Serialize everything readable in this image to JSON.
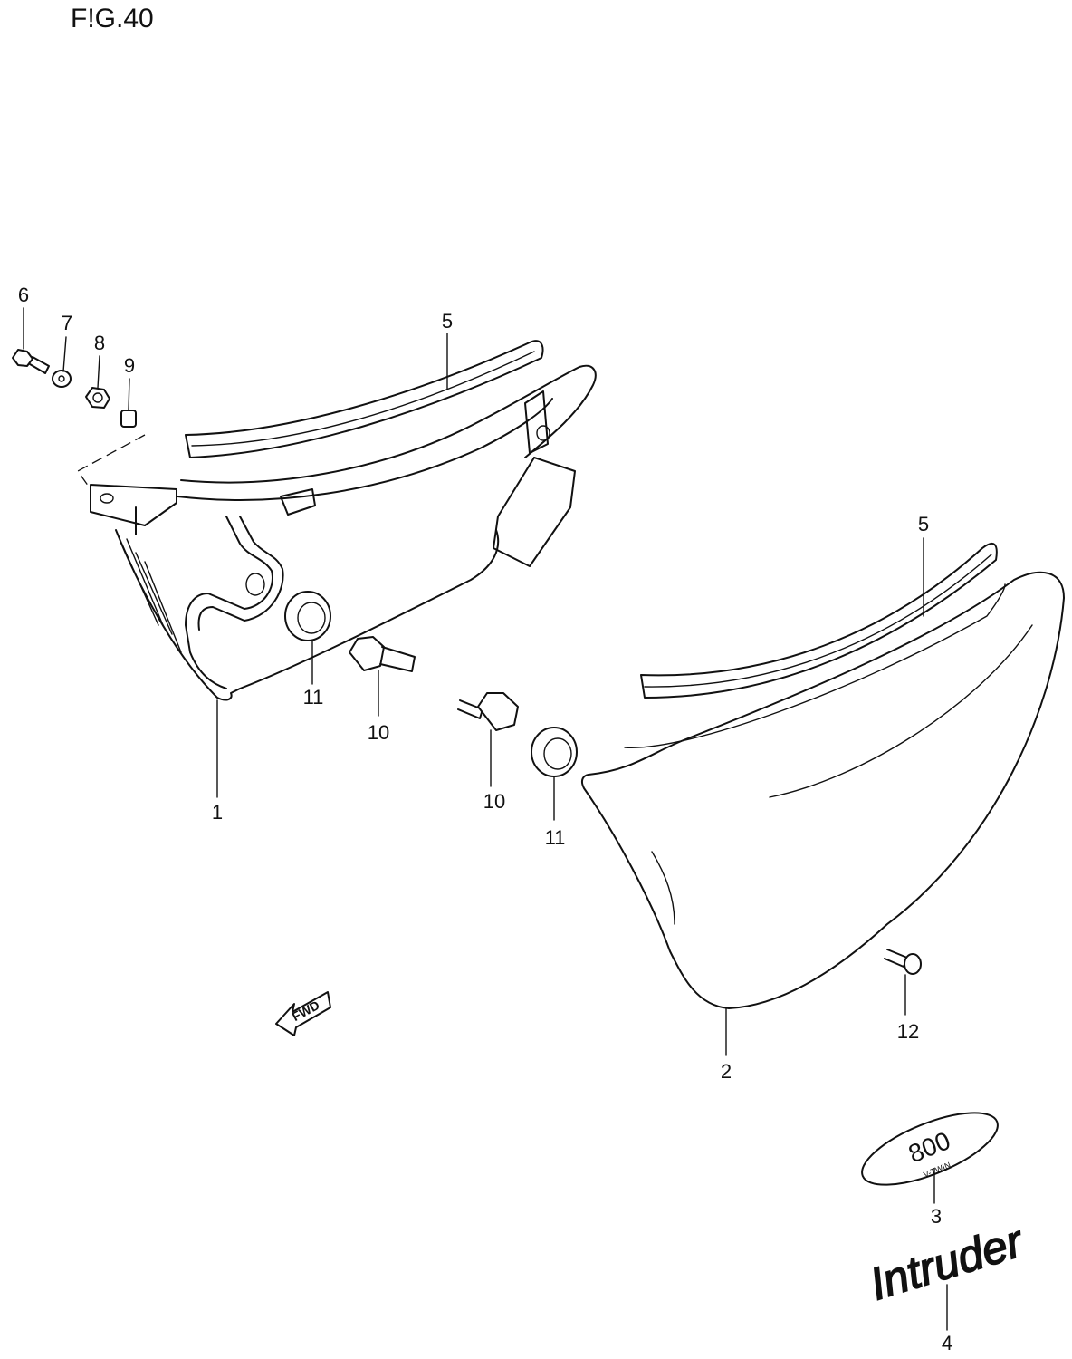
{
  "figure": {
    "title": "F!G.40"
  },
  "direction_arrow": {
    "text": "FWD"
  },
  "emblem_800": {
    "text": "800",
    "subtext": "V-TWIN"
  },
  "emblem_intruder": {
    "text": "Intruder"
  },
  "callouts": [
    {
      "id": "c1",
      "label": "1"
    },
    {
      "id": "c2",
      "label": "2"
    },
    {
      "id": "c3",
      "label": "3"
    },
    {
      "id": "c4",
      "label": "4"
    },
    {
      "id": "c5a",
      "label": "5"
    },
    {
      "id": "c5b",
      "label": "5"
    },
    {
      "id": "c6",
      "label": "6"
    },
    {
      "id": "c7",
      "label": "7"
    },
    {
      "id": "c8",
      "label": "8"
    },
    {
      "id": "c9",
      "label": "9"
    },
    {
      "id": "c10a",
      "label": "10"
    },
    {
      "id": "c10b",
      "label": "10"
    },
    {
      "id": "c11a",
      "label": "11"
    },
    {
      "id": "c11b",
      "label": "11"
    },
    {
      "id": "c12",
      "label": "12"
    }
  ]
}
